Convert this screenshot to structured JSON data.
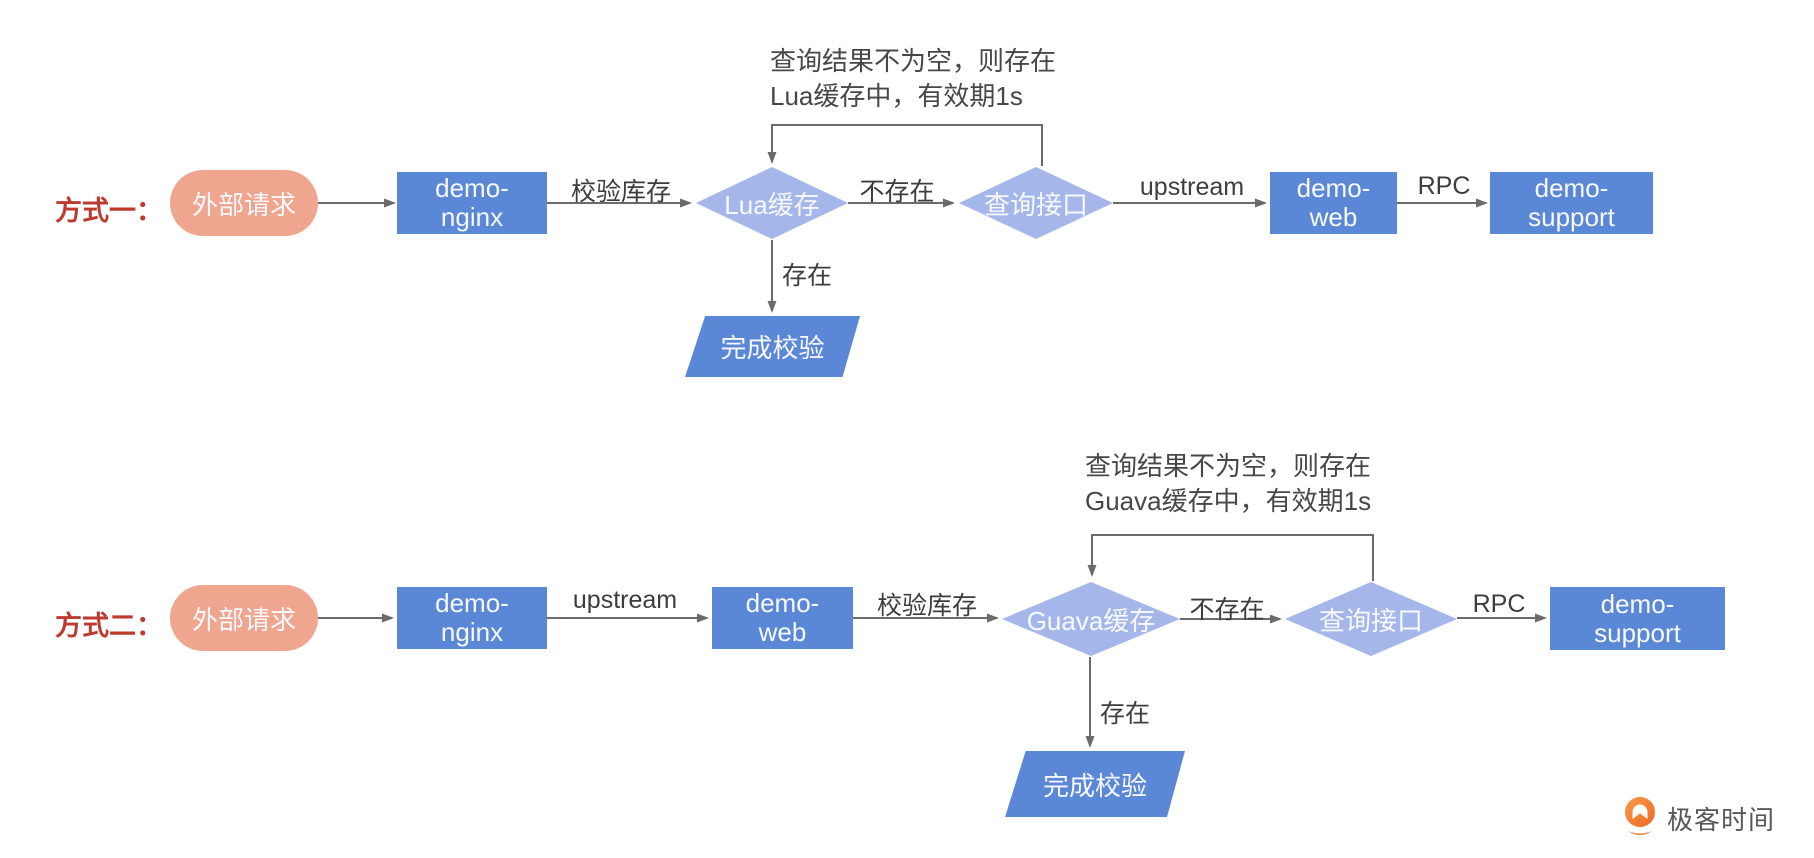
{
  "colors": {
    "box_blue": "#5b87d7",
    "diamond_blue": "#a5b7ea",
    "stadium_salmon": "#f0a58f",
    "title_red": "#bd3a2f",
    "line_gray": "#6b6b6b",
    "label_dark": "#3d3d3d",
    "anno_gray": "#474747",
    "logo_orange": "#ee7a31",
    "logo_text_gray": "#58585a"
  },
  "flow1": {
    "title": "方式一：",
    "nodes": {
      "request": "外部请求",
      "nginx": [
        "demo-",
        "nginx"
      ],
      "cache": "Lua缓存",
      "query": "查询接口",
      "web": [
        "demo-",
        "web"
      ],
      "support": [
        "demo-",
        "support"
      ],
      "done": "完成校验"
    },
    "labels": {
      "check": "校验库存",
      "miss": "不存在",
      "upstream": "upstream",
      "rpc": "RPC",
      "hit": "存在"
    },
    "annotation": [
      "查询结果不为空，则存在",
      "Lua缓存中，有效期1s"
    ]
  },
  "flow2": {
    "title": "方式二：",
    "nodes": {
      "request": "外部请求",
      "nginx": [
        "demo-",
        "nginx"
      ],
      "web": [
        "demo-",
        "web"
      ],
      "cache": "Guava缓存",
      "query": "查询接口",
      "support": [
        "demo-",
        "support"
      ],
      "done": "完成校验"
    },
    "labels": {
      "upstream": "upstream",
      "check": "校验库存",
      "miss": "不存在",
      "rpc": "RPC",
      "hit": "存在"
    },
    "annotation": [
      "查询结果不为空，则存在",
      "Guava缓存中，有效期1s"
    ]
  },
  "logo": {
    "text": "极客时间"
  }
}
